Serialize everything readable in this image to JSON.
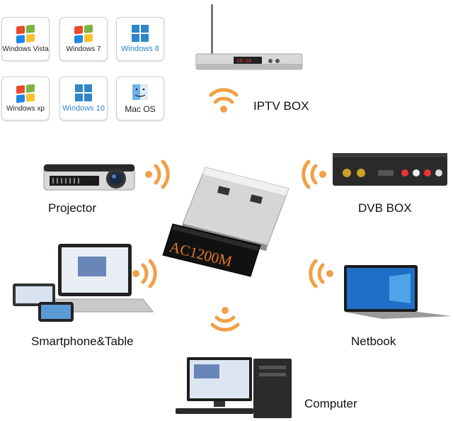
{
  "os_badges": [
    {
      "label": "Windows Vista"
    },
    {
      "label": "Windows 7"
    },
    {
      "label": "Windows 8"
    },
    {
      "label": "Windows xp"
    },
    {
      "label": "Windows 10"
    },
    {
      "label": "Mac OS"
    }
  ],
  "adapter": {
    "label": "AC1200M"
  },
  "devices": {
    "iptv": "IPTV BOX",
    "projector": "Projector",
    "dvb": "DVB BOX",
    "smartphone": "Smartphone&Table",
    "netbook": "Netbook",
    "computer": "Computer"
  },
  "colors": {
    "wifi": "#f0a046",
    "blue": "#2f86c8",
    "adapter_text": "#e07a2a"
  }
}
